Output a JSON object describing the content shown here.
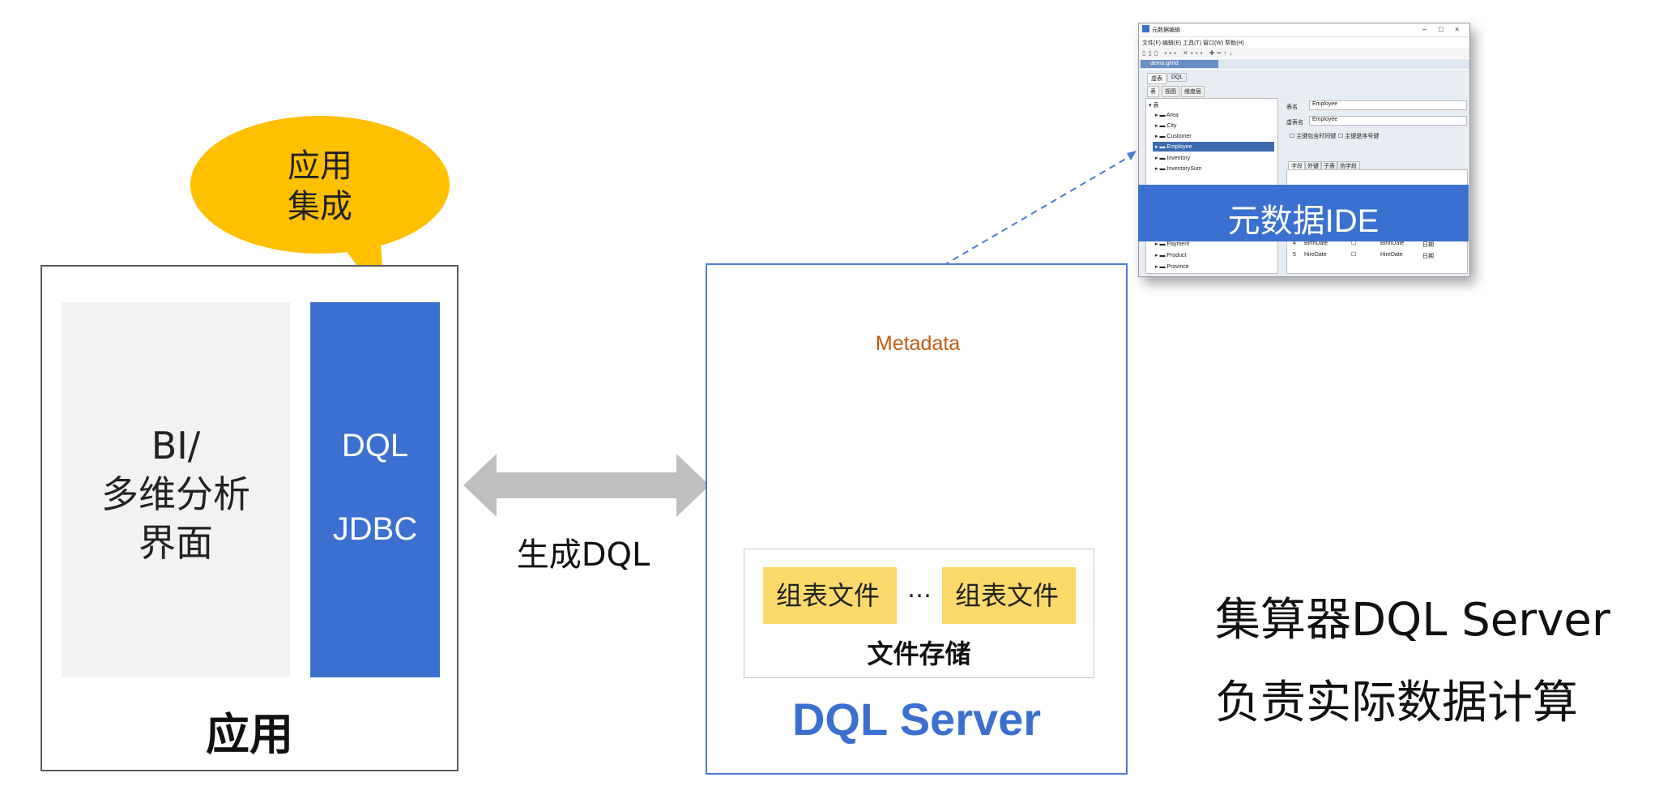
{
  "application": {
    "bubble_line1": "应用",
    "bubble_line2": "集成",
    "bi_line1": "BI/",
    "bi_line2": "多维分析",
    "bi_line3": "界面",
    "jdbc_line1": "DQL",
    "jdbc_line2": "JDBC",
    "label": "应用"
  },
  "connector": {
    "label": "生成DQL"
  },
  "dql_server": {
    "metadata_label": "Metadata",
    "file_1": "组表文件",
    "ellipsis": "…",
    "file_2": "组表文件",
    "storage_label": "文件存储",
    "label": "DQL Server"
  },
  "description": {
    "line1": "集算器DQL Server",
    "line2": "负责实际数据计算"
  },
  "ide": {
    "title": "元数据编辑",
    "menu": "文件(F)  编辑(E)  工具(T)  窗口(W)  帮助(H)",
    "tab_file": "demo.glmd",
    "tabs": [
      "虚表",
      "DQL"
    ],
    "subtabs": [
      "表",
      "视图",
      "维度层"
    ],
    "tree_root": "表",
    "tree_items": [
      "Area",
      "City",
      "Customer",
      "Employee",
      "Inventory",
      "InventorySum",
      "Payment",
      "Product",
      "Province"
    ],
    "tree_selected": "Employee",
    "field_table_name_label": "表名",
    "field_table_name": "Employee",
    "field_virtual_name_label": "虚表名",
    "field_virtual_name": "Employee",
    "checkbox_1": "主键包含时间键",
    "checkbox_2": "主键是序号键",
    "field_tabs": [
      "字段",
      "外键",
      "子表",
      "伪字段"
    ],
    "row_4_num": "4",
    "row_4_field": "BirthDate",
    "row_4_name": "BirthDate",
    "row_4_type": "日期",
    "row_5_num": "5",
    "row_5_field": "HireDate",
    "row_5_name": "HireDate",
    "row_5_type": "日期",
    "banner": "元数据IDE"
  },
  "colors": {
    "accent_blue": "#3b6fd0",
    "bubble_yellow": "#ffc000",
    "note_yellow": "#fcd96b",
    "metadata_orange": "#c55a11",
    "arrow_gray": "#bfbfbf"
  }
}
